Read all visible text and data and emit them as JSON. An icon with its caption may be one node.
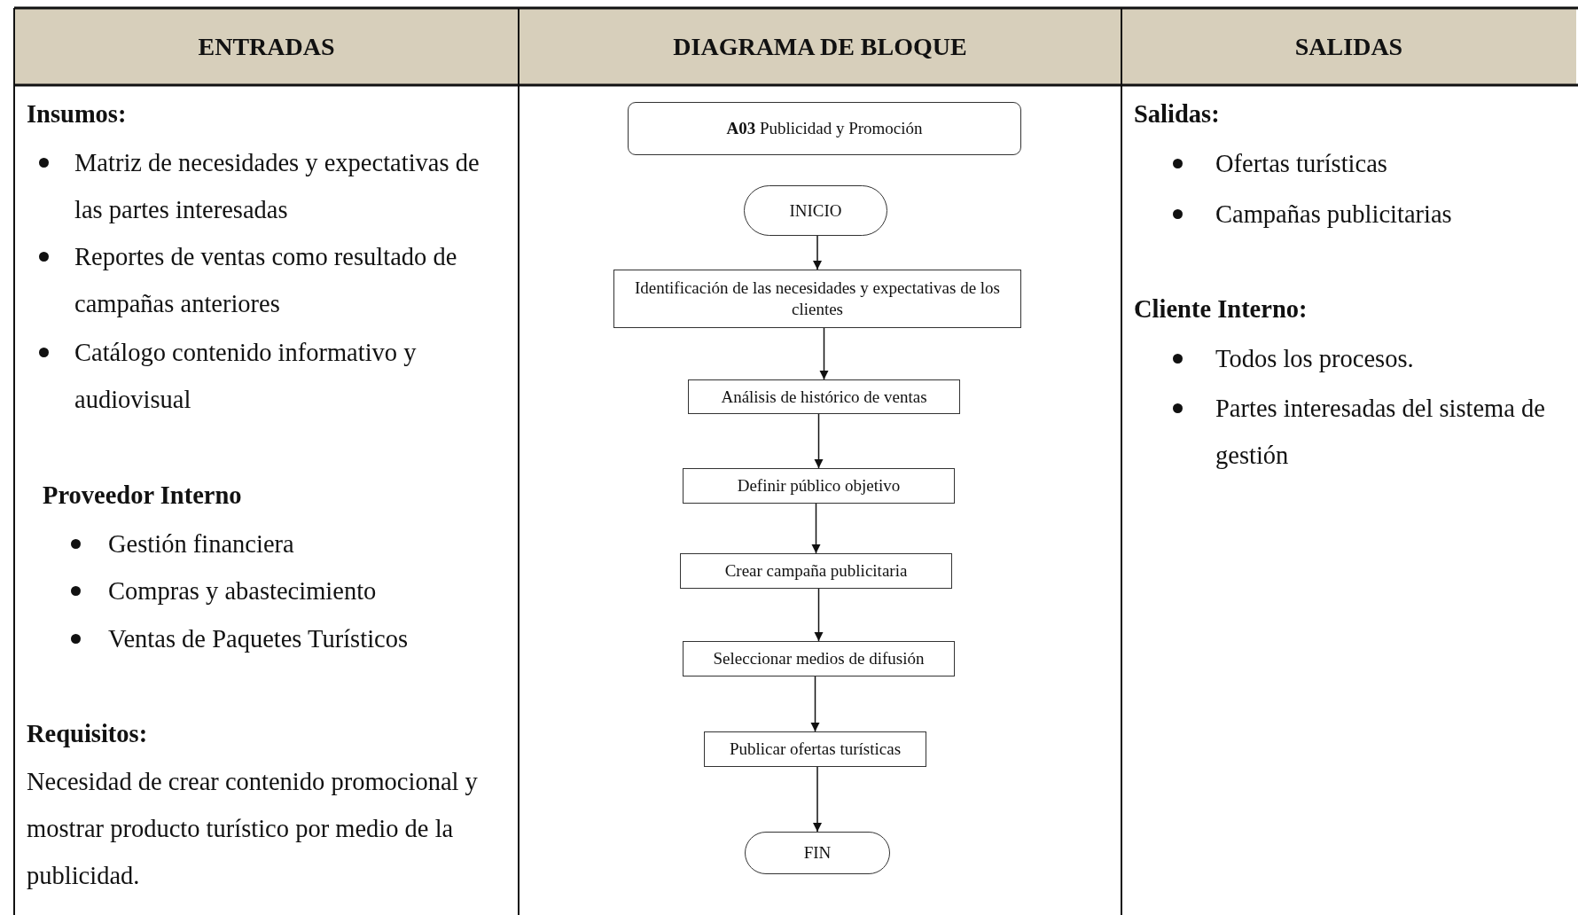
{
  "diagram": {
    "nodes": [
      {
        "text": [
          "**A03** Publicidad y Promoción"
        ]
      },
      {
        "text": [
          "INICIO"
        ]
      },
      {
        "text": [
          "Identificación de las necesidades y expectativas de los clientes"
        ]
      },
      {
        "text": [
          "Análisis de histórico de ventas"
        ]
      },
      {
        "text": [
          "Definir público objetivo"
        ]
      },
      {
        "text": [
          "Crear campaña publicitaria"
        ]
      },
      {
        "text": [
          "Seleccionar medios de difusión"
        ]
      },
      {
        "text": [
          "Publicar ofertas turísticas"
        ]
      },
      {
        "text": [
          "FIN"
        ]
      }
    ],
    "edges": [
      {
        "from": 1,
        "to": 2,
        "arrow": "to"
      },
      {
        "from": 2,
        "to": 3,
        "arrow": "to"
      },
      {
        "from": 3,
        "to": 4,
        "arrow": "to"
      },
      {
        "from": 4,
        "to": 5,
        "arrow": "to"
      },
      {
        "from": 5,
        "to": 6,
        "arrow": "to"
      },
      {
        "from": 6,
        "to": 7,
        "arrow": "to"
      },
      {
        "from": 7,
        "to": 8,
        "arrow": "to"
      }
    ],
    "labels": [
      "ENTRADAS",
      "DIAGRAMA DE BLOQUE",
      "SALIDAS",
      "Insumos:",
      "Matriz de necesidades y expectativas de las partes interesadas",
      "Reportes de ventas como resultado de campañas anteriores",
      "Catálogo contenido informativo y audiovisual",
      "Proveedor Interno",
      "Gestión financiera",
      "Compras y abastecimiento",
      "Ventas de Paquetes Turísticos",
      "Requisitos:",
      "Necesidad de crear contenido promocional y mostrar producto turístico por medio de la publicidad.",
      "Salidas:",
      "Ofertas turísticas",
      "Campañas publicitarias",
      "Cliente Interno:",
      "Todos los procesos.",
      "Partes interesadas del sistema de gestión"
    ]
  }
}
